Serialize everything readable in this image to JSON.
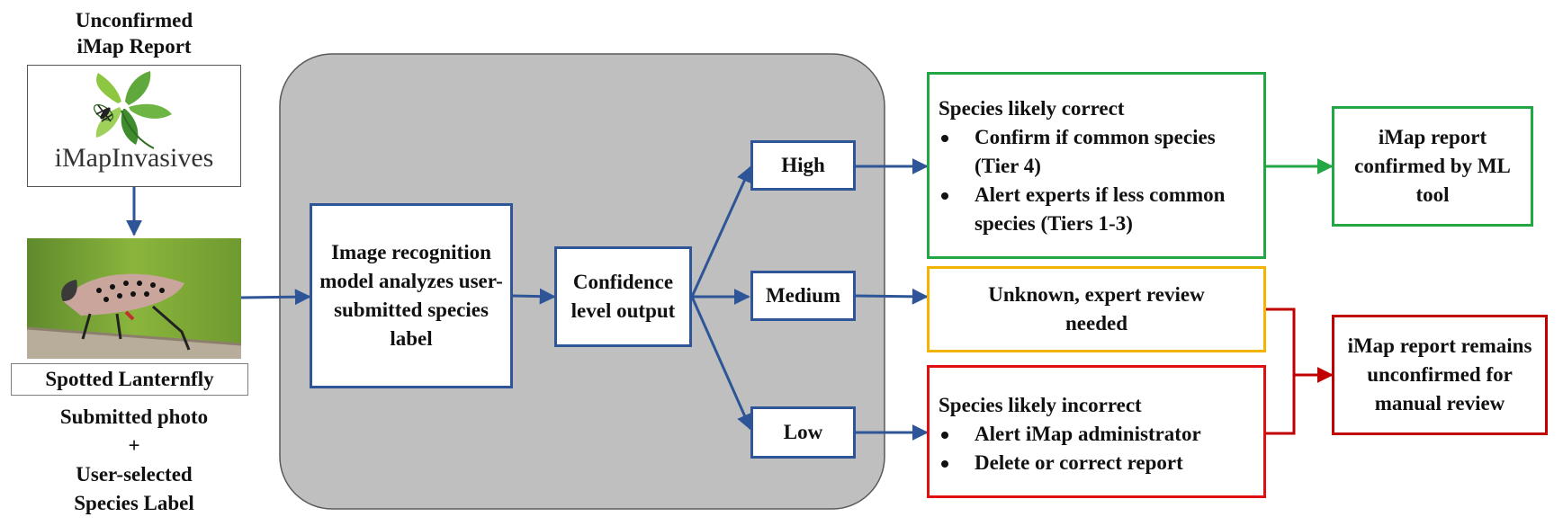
{
  "report_title": [
    "Unconfirmed",
    "iMap Report"
  ],
  "logo_text": "iMapInvasives",
  "photo_species_label": "Spotted Lanternfly",
  "submission_caption": [
    "Submitted photo",
    "+",
    "User-selected",
    "Species Label"
  ],
  "model_box": "Image recognition model analyzes user-submitted species label",
  "confidence_box": "Confidence level output",
  "levels": {
    "high": "High",
    "medium": "Medium",
    "low": "Low"
  },
  "outcome_high": {
    "title": "Species likely correct",
    "items": [
      "Confirm if common species (Tier 4)",
      "Alert experts if less common species (Tiers 1-3)"
    ]
  },
  "outcome_medium": "Unknown, expert review needed",
  "outcome_low": {
    "title": "Species likely incorrect",
    "items": [
      "Alert iMap administrator",
      "Delete or correct report"
    ]
  },
  "result_confirmed": "iMap report confirmed by ML tool",
  "result_unconfirmed": "iMap report remains unconfirmed for manual review",
  "colors": {
    "flow_blue": "#2e5597",
    "confirmed_green": "#23a744",
    "unknown_orange": "#f2b400",
    "incorrect_red": "#e01010",
    "unconfirmed_darkred": "#c00000",
    "panel_gray": "#bfbfbf"
  }
}
